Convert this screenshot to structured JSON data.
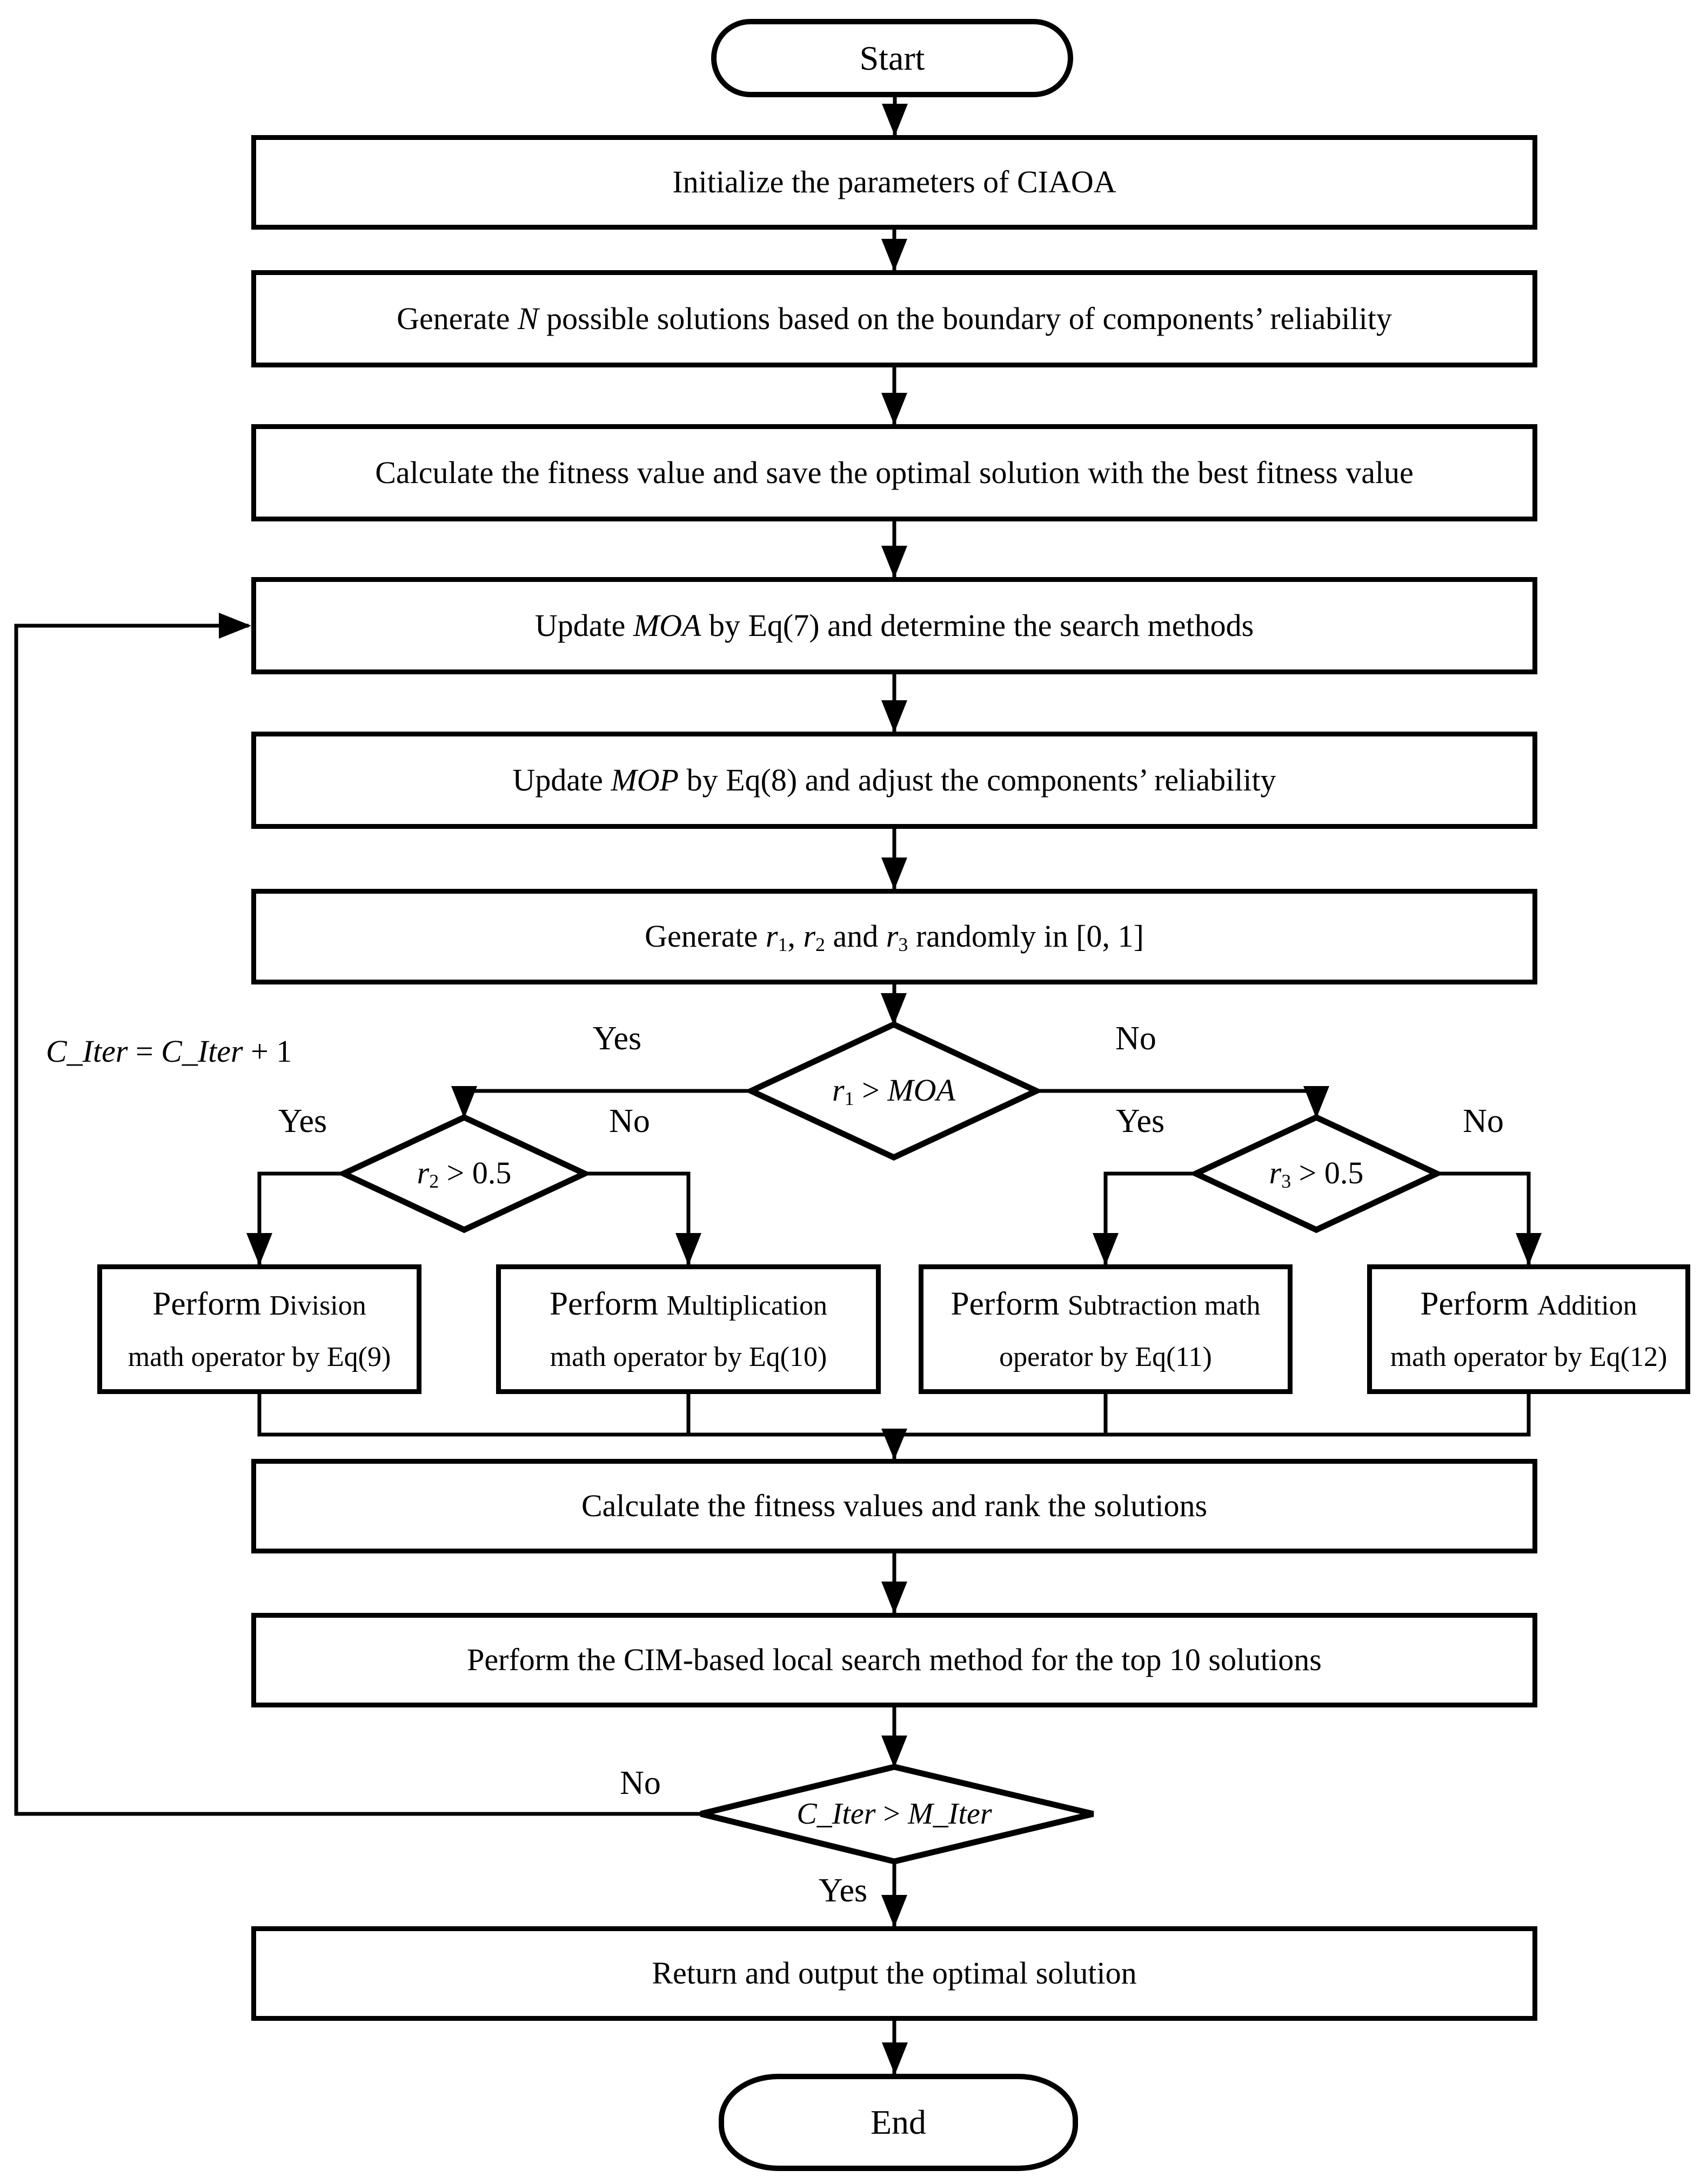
{
  "diagram": {
    "colors": {
      "line": "#000000",
      "background": "#ffffff",
      "text": "#000000"
    },
    "nodes": {
      "start": {
        "label": "Start"
      },
      "init": {
        "label": "Initialize the parameters of CIAOA"
      },
      "generate_n": {
        "segments": [
          {
            "t": "Generate "
          },
          {
            "t": "N",
            "i": 1
          },
          {
            "t": " possible solutions based on the boundary of components’ reliability"
          }
        ]
      },
      "calc_fitness": {
        "label": "Calculate the fitness value and save the optimal solution with the best fitness value"
      },
      "update_moa": {
        "segments": [
          {
            "t": "Update "
          },
          {
            "t": "MOA",
            "i": 1
          },
          {
            "t": " by Eq(7) and determine the search methods"
          }
        ]
      },
      "update_mop": {
        "segments": [
          {
            "t": "Update "
          },
          {
            "t": "MOP",
            "i": 1
          },
          {
            "t": " by Eq(8) and adjust the components’ reliability"
          }
        ]
      },
      "generate_r": {
        "segments": [
          {
            "t": "Generate "
          },
          {
            "t": "r",
            "i": 1
          },
          {
            "t": "1",
            "sub": 1
          },
          {
            "t": ", "
          },
          {
            "t": "r",
            "i": 1
          },
          {
            "t": "2",
            "sub": 1
          },
          {
            "t": " and "
          },
          {
            "t": "r",
            "i": 1
          },
          {
            "t": "3",
            "sub": 1
          },
          {
            "t": " randomly in [0, 1]"
          }
        ]
      },
      "dec_r1": {
        "segments": [
          {
            "t": "r",
            "i": 1
          },
          {
            "t": "1",
            "sub": 1
          },
          {
            "t": " > "
          },
          {
            "t": "MOA",
            "i": 1
          }
        ]
      },
      "dec_r2": {
        "segments": [
          {
            "t": "r",
            "i": 1
          },
          {
            "t": "2",
            "sub": 1
          },
          {
            "t": " > 0.5"
          }
        ]
      },
      "dec_r3": {
        "segments": [
          {
            "t": "r",
            "i": 1
          },
          {
            "t": "3",
            "sub": 1
          },
          {
            "t": " > 0.5"
          }
        ]
      },
      "op_division": {
        "line1": [
          {
            "t": "Perform ",
            "lg": 1
          },
          {
            "t": "Division"
          }
        ],
        "line2": "math operator by  Eq(9)"
      },
      "op_multiplication": {
        "line1": [
          {
            "t": "Perform ",
            "lg": 1
          },
          {
            "t": "Multiplication"
          }
        ],
        "line2": "math operator by Eq(10)"
      },
      "op_subtraction": {
        "line1": [
          {
            "t": "Perform ",
            "lg": 1
          },
          {
            "t": "Subtraction math"
          }
        ],
        "line2": "operator by Eq(11)"
      },
      "op_addition": {
        "line1": [
          {
            "t": "Perform ",
            "lg": 1
          },
          {
            "t": "Addition"
          }
        ],
        "line2": "math operator by Eq(12)"
      },
      "rank": {
        "label": "Calculate the fitness values and rank the solutions"
      },
      "cim": {
        "label": "Perform the CIM-based local search method for the top 10 solutions"
      },
      "dec_iter": {
        "segments": [
          {
            "t": "C_Iter",
            "i": 1
          },
          {
            "t": " > "
          },
          {
            "t": "M_Iter",
            "i": 1
          }
        ]
      },
      "return": {
        "label": "Return and output the optimal solution"
      },
      "end": {
        "label": "End"
      }
    },
    "edge_labels": {
      "r1_yes": "Yes",
      "r1_no": "No",
      "r2_yes": "Yes",
      "r2_no": "No",
      "r3_yes": "Yes",
      "r3_no": "No",
      "iter_no": "No",
      "iter_yes": "Yes"
    },
    "annotations": {
      "counter": [
        {
          "t": "C_Iter",
          "i": 1
        },
        {
          "t": " = "
        },
        {
          "t": "C_Iter",
          "i": 1
        },
        {
          "t": " + 1"
        }
      ]
    }
  }
}
